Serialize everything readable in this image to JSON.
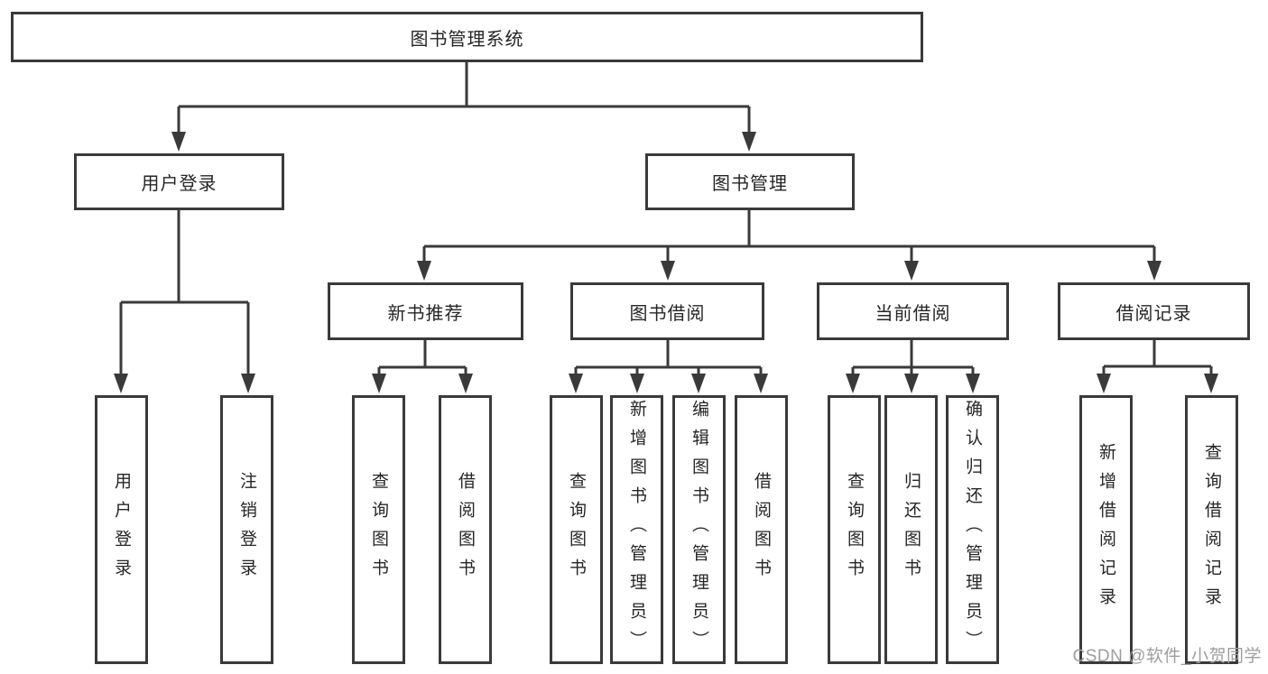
{
  "colors": {
    "line": "#3a3a3a",
    "text": "#262626",
    "box-bg": "#ffffff",
    "page-bg": "#ffffff",
    "watermark": "#9e9e9e"
  },
  "watermark": {
    "text": "CSDN @软件_小贺同学"
  },
  "tree": {
    "label": "图书管理系统",
    "children": [
      {
        "label": "用户登录",
        "children": [
          {
            "label": "用户登录"
          },
          {
            "label": "注销登录"
          }
        ]
      },
      {
        "label": "图书管理",
        "children": [
          {
            "label": "新书推荐",
            "children": [
              {
                "label": "查询图书"
              },
              {
                "label": "借阅图书"
              }
            ]
          },
          {
            "label": "图书借阅",
            "children": [
              {
                "label": "查询图书"
              },
              {
                "label": "新增图书（管理员）"
              },
              {
                "label": "编辑图书（管理员）"
              },
              {
                "label": "借阅图书"
              }
            ]
          },
          {
            "label": "当前借阅",
            "children": [
              {
                "label": "查询图书"
              },
              {
                "label": "归还图书"
              },
              {
                "label": "确认归还（管理员）"
              }
            ]
          },
          {
            "label": "借阅记录",
            "children": [
              {
                "label": "新增借阅记录"
              },
              {
                "label": "查询借阅记录"
              }
            ]
          }
        ]
      }
    ]
  }
}
